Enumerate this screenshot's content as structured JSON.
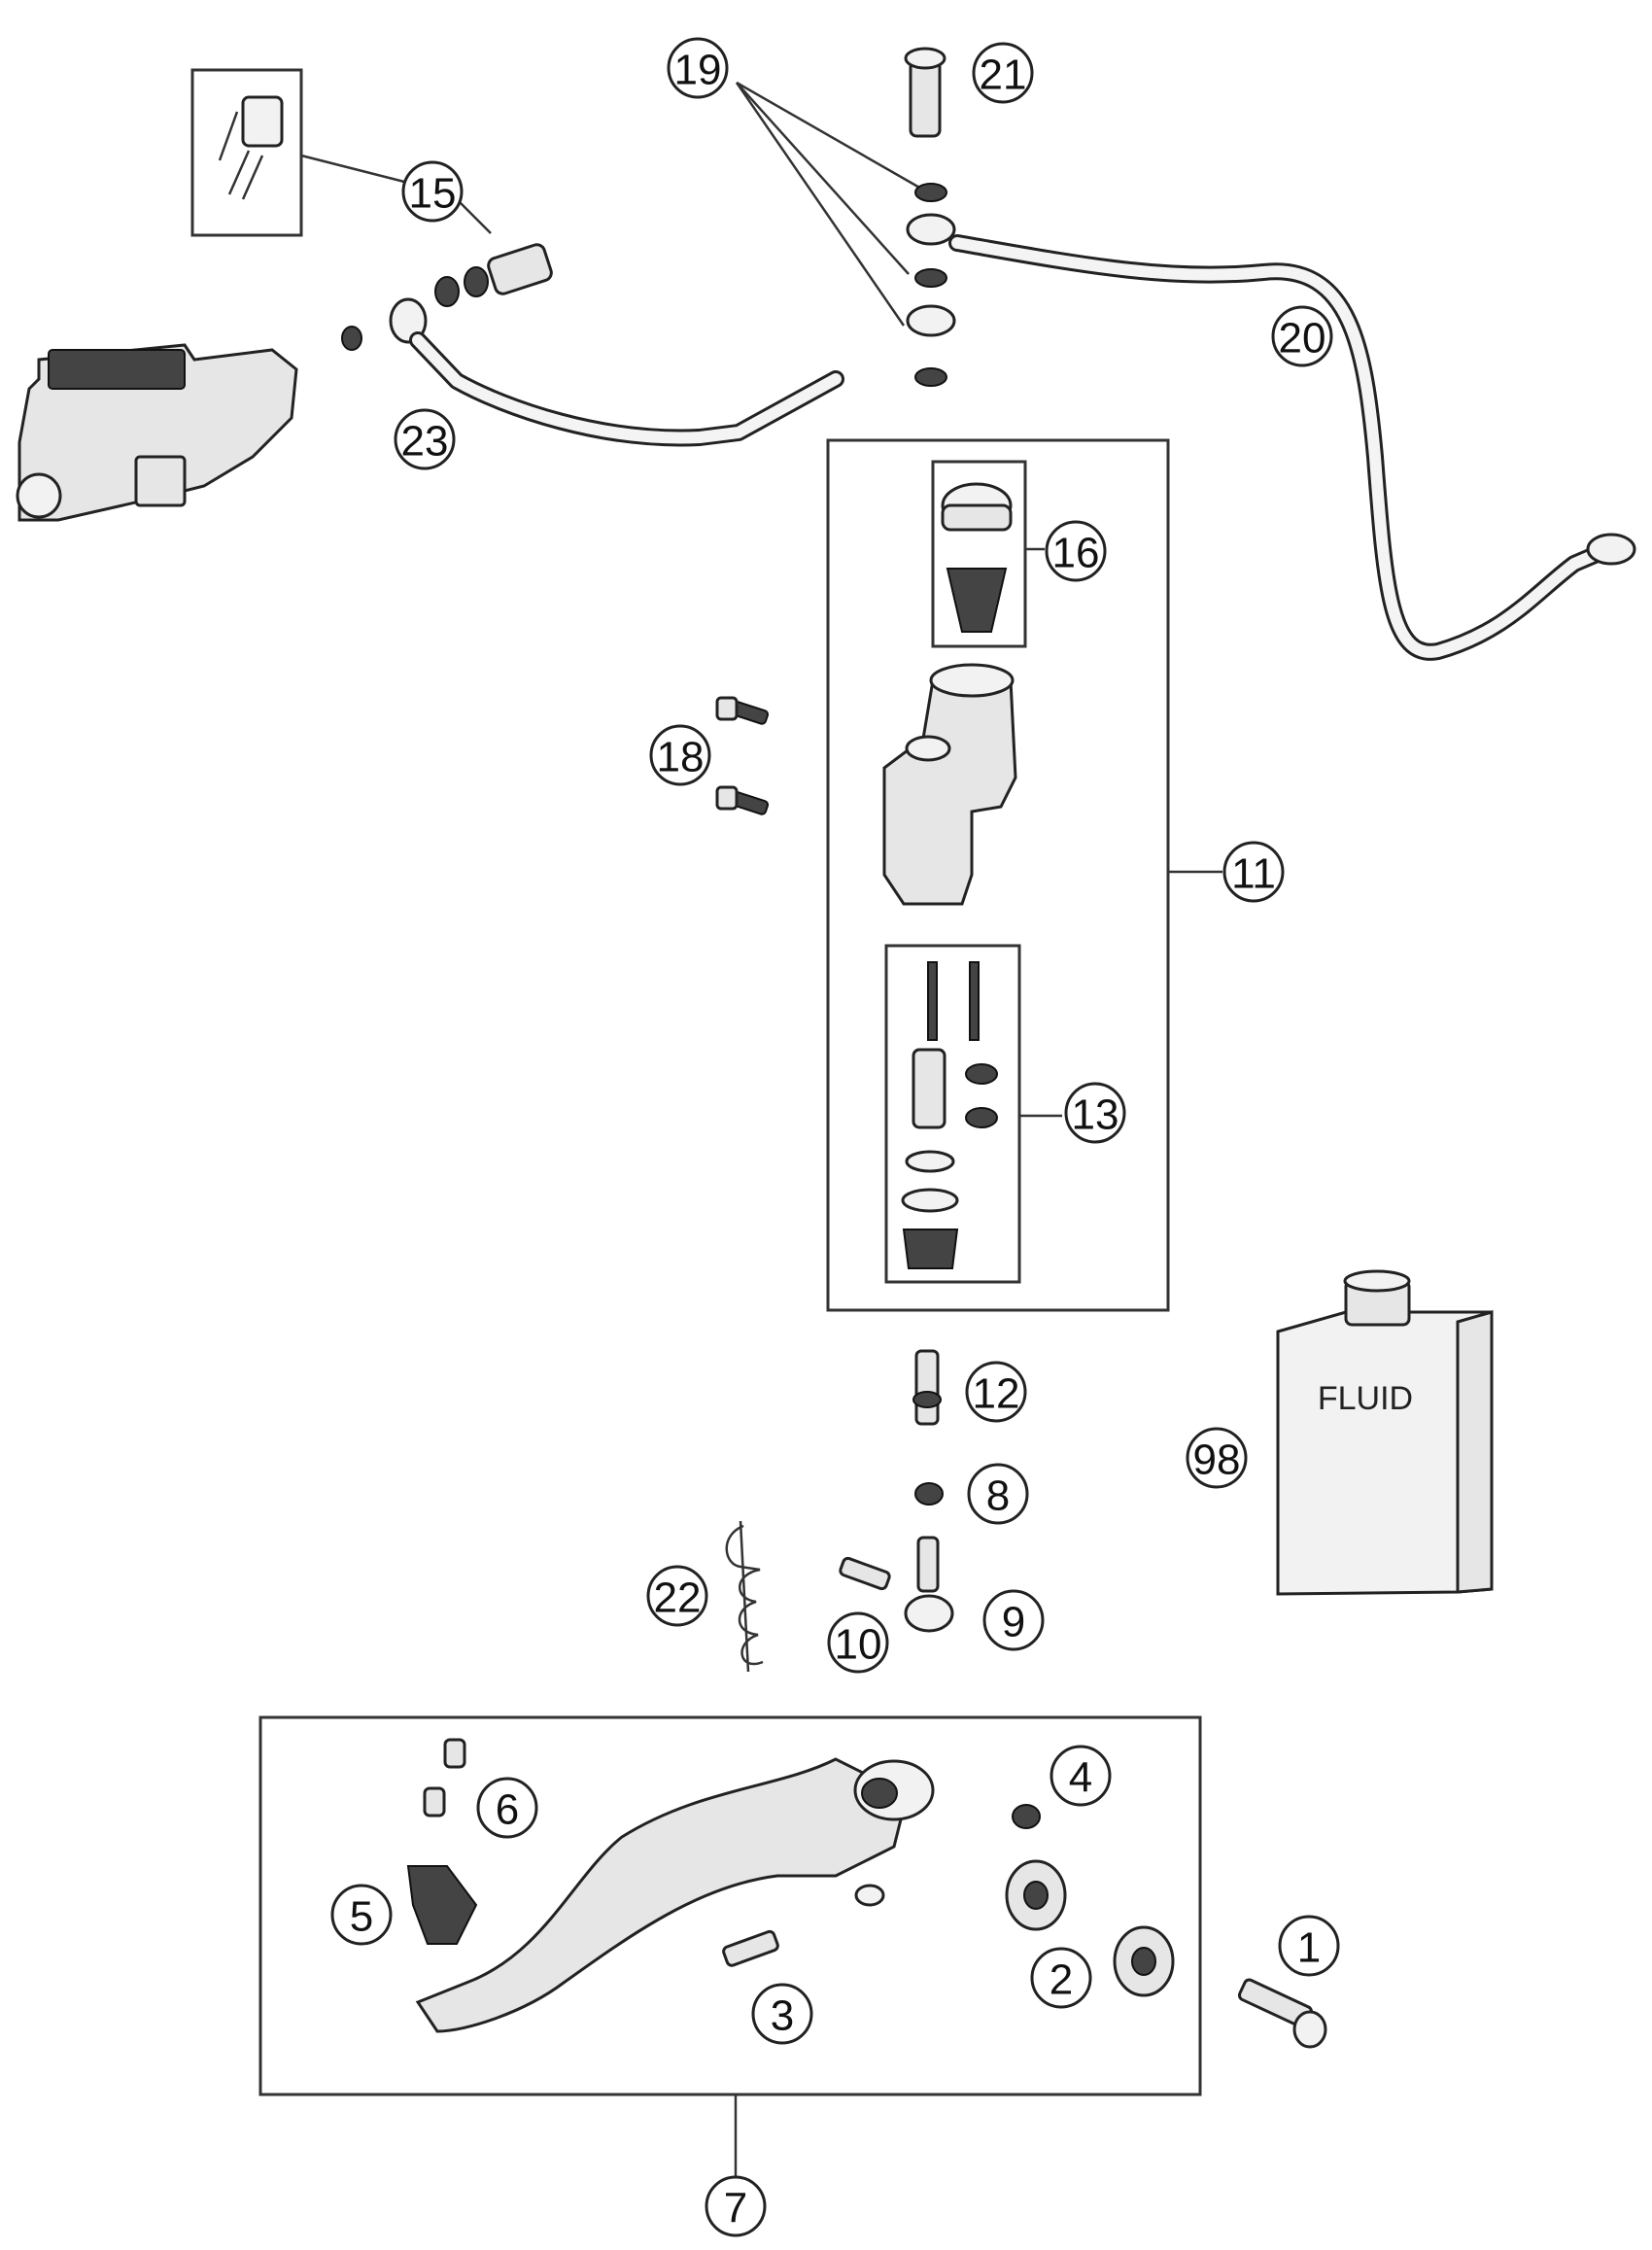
{
  "callouts": [
    {
      "id": "c1",
      "label": "1"
    },
    {
      "id": "c2",
      "label": "2"
    },
    {
      "id": "c3",
      "label": "3"
    },
    {
      "id": "c4",
      "label": "4"
    },
    {
      "id": "c5",
      "label": "5"
    },
    {
      "id": "c6",
      "label": "6"
    },
    {
      "id": "c7",
      "label": "7"
    },
    {
      "id": "c8",
      "label": "8"
    },
    {
      "id": "c9",
      "label": "9"
    },
    {
      "id": "c10",
      "label": "10"
    },
    {
      "id": "c11",
      "label": "11"
    },
    {
      "id": "c12",
      "label": "12"
    },
    {
      "id": "c13",
      "label": "13"
    },
    {
      "id": "c15",
      "label": "15"
    },
    {
      "id": "c16",
      "label": "16"
    },
    {
      "id": "c18",
      "label": "18"
    },
    {
      "id": "c19",
      "label": "19"
    },
    {
      "id": "c20",
      "label": "20"
    },
    {
      "id": "c21",
      "label": "21"
    },
    {
      "id": "c22",
      "label": "22"
    },
    {
      "id": "c23",
      "label": "23"
    },
    {
      "id": "c98",
      "label": "98"
    }
  ],
  "fluid_bottle": {
    "label": "FLUID"
  },
  "colors": {
    "line": "#222222",
    "part_fill": "#e6e6e6",
    "background": "#ffffff"
  }
}
